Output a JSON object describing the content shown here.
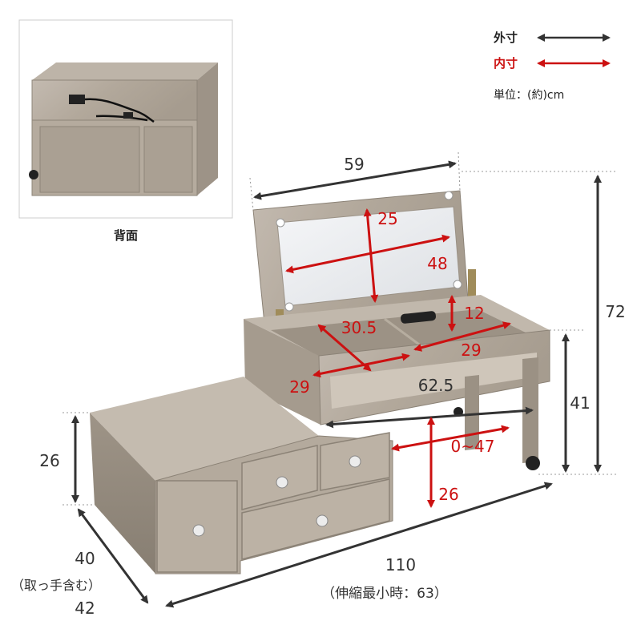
{
  "legend": {
    "outer_label": "外寸",
    "inner_label": "内寸",
    "unit_label": "単位：(約)cm",
    "outer_color": "#333333",
    "inner_color": "#cc1111"
  },
  "back_view": {
    "caption": "背面"
  },
  "outer_dimensions": {
    "lid_width": "59",
    "total_height": "72",
    "desk_height": "41",
    "cabinet_height": "26",
    "depth_with_handle": "40",
    "depth_note": "（取っ手含む）",
    "depth": "42",
    "width_extended": "110",
    "width_note": "（伸縮最小時：63）"
  },
  "inner_dimensions": {
    "mirror_height": "25",
    "mirror_width": "48",
    "tray_depth": "12",
    "left_compartment_depth": "30.5",
    "right_compartment_width": "29",
    "left_compartment_width": "29",
    "under_desk_height": "26",
    "slide_range": "0~47"
  },
  "shelf_width_outer": "62.5",
  "colors": {
    "wood": "#b7ada0",
    "wood_dark": "#8f867a",
    "wood_light": "#cfc7bc",
    "mirror": "#eef0f2"
  }
}
